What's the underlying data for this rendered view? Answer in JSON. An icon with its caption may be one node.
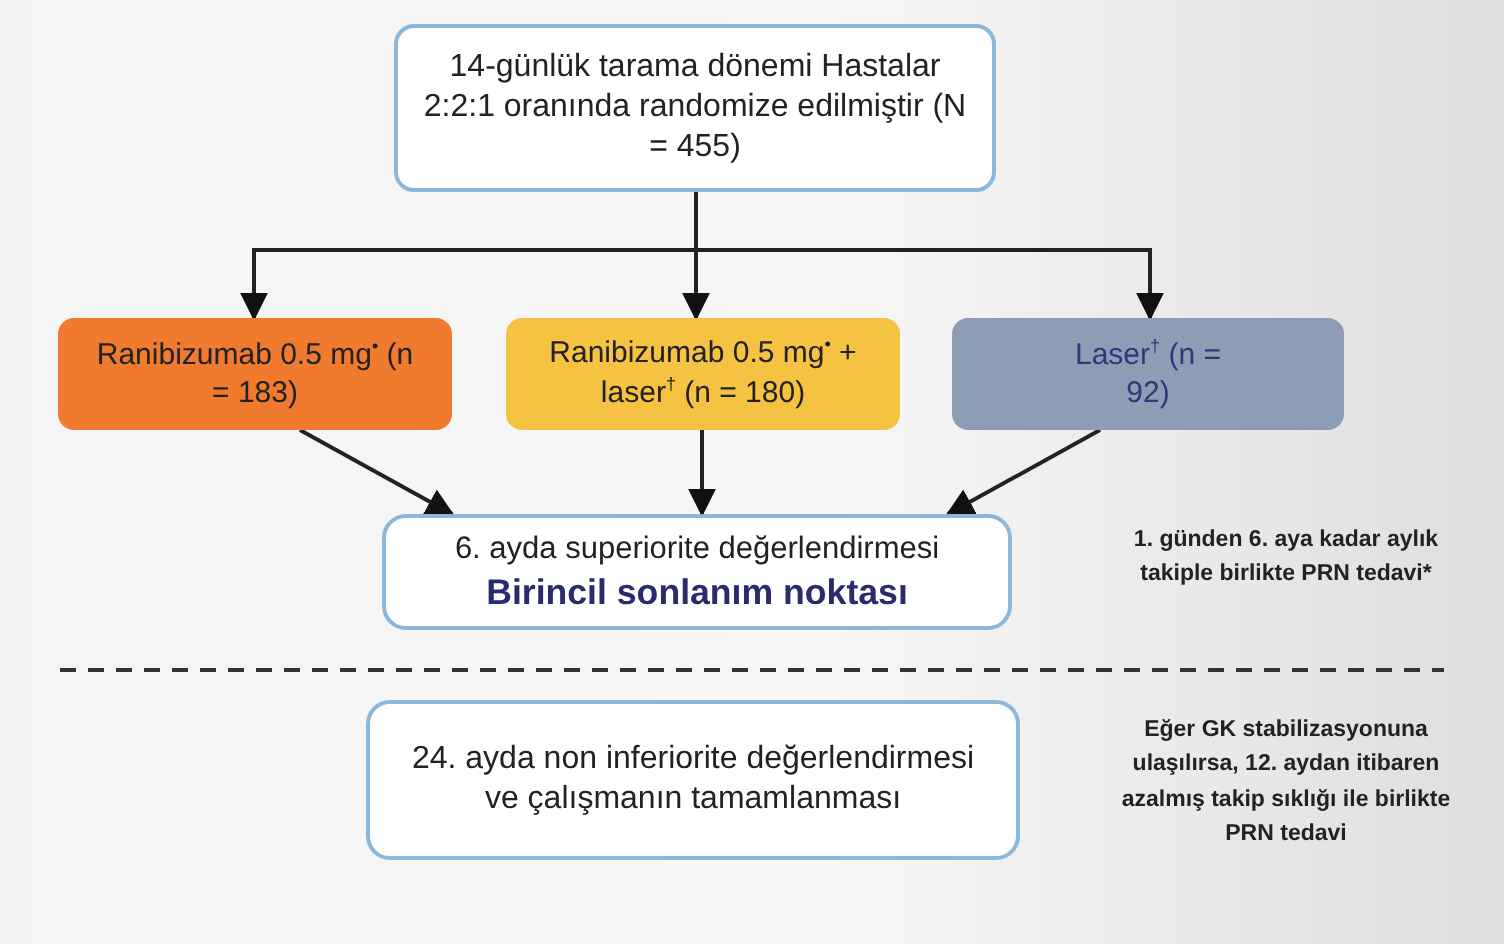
{
  "diagram": {
    "nodes": [
      {
        "text": [
          "14-günlük tarama dönemi Hastalar 2:2:1 oranında randomize edilmiştir (N = 455)"
        ]
      },
      {
        "text": [
          "Ranibizumab 0.5 mg$^{•}$ (n = 183)"
        ]
      },
      {
        "text": [
          "Ranibizumab 0.5 mg$^{•}$ + laser$^{†}$ (n = 180)"
        ]
      },
      {
        "text": [
          "Laser$^{†}$ (n = 92)"
        ]
      },
      {
        "text": [
          "6. ayda superiorite değerlendirmesi",
          "Birincil sonlanım noktası"
        ]
      },
      {
        "text": [
          "24. ayda non inferiorite değerlendirmesi ve çalışmanın tamamlanması"
        ]
      }
    ],
    "edges": [
      {
        "from": 0,
        "to": 1,
        "arrow": "to"
      },
      {
        "from": 0,
        "to": 2,
        "arrow": "to"
      },
      {
        "from": 0,
        "to": 3,
        "arrow": "to"
      },
      {
        "from": 1,
        "to": 4,
        "arrow": "to"
      },
      {
        "from": 2,
        "to": 4,
        "arrow": "to"
      },
      {
        "from": 3,
        "to": 4,
        "arrow": "to"
      }
    ],
    "labels": [
      "1. günden 6. aya kadar aylık takiple birlikte PRN tedavi*",
      "Eğer GK stabilizasyonuna ulaşılırsa, 12. aydan itibaren azalmış takip sıklığı ile birlikte PRN tedavi"
    ]
  }
}
